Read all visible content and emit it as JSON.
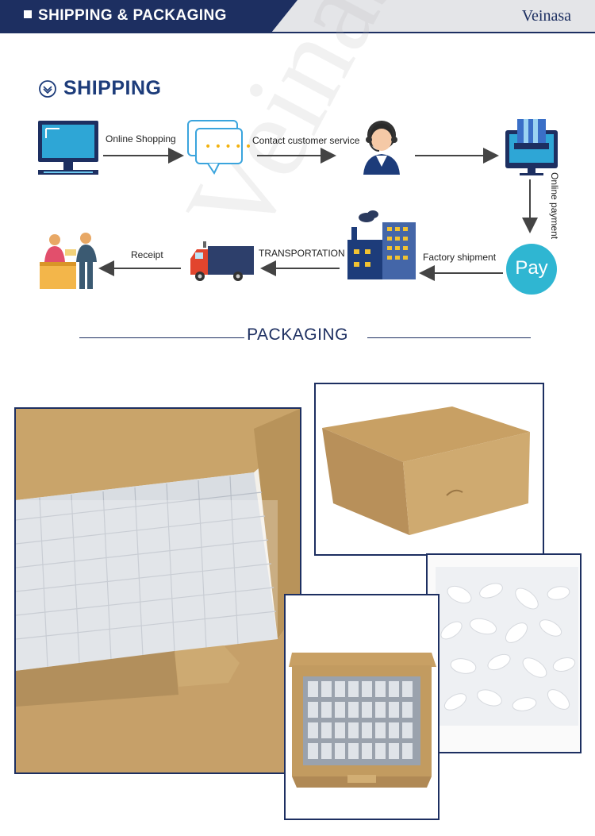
{
  "header": {
    "title": "SHIPPING & PACKAGING",
    "brand": "Veinasa"
  },
  "shipping": {
    "heading": "SHIPPING",
    "steps": [
      {
        "label": "Online Shopping"
      },
      {
        "label": "Contact customer service"
      },
      {
        "label": "Online payment"
      },
      {
        "label": "Factory shipment"
      },
      {
        "label": "TRANSPORTATION"
      },
      {
        "label": "Receipt"
      }
    ],
    "pay_badge": "Pay"
  },
  "packaging": {
    "heading": "PACKAGING"
  },
  "colors": {
    "navy": "#1d2f61",
    "kraft": "#c9a46a",
    "pay_teal": "#2fb6d2"
  }
}
